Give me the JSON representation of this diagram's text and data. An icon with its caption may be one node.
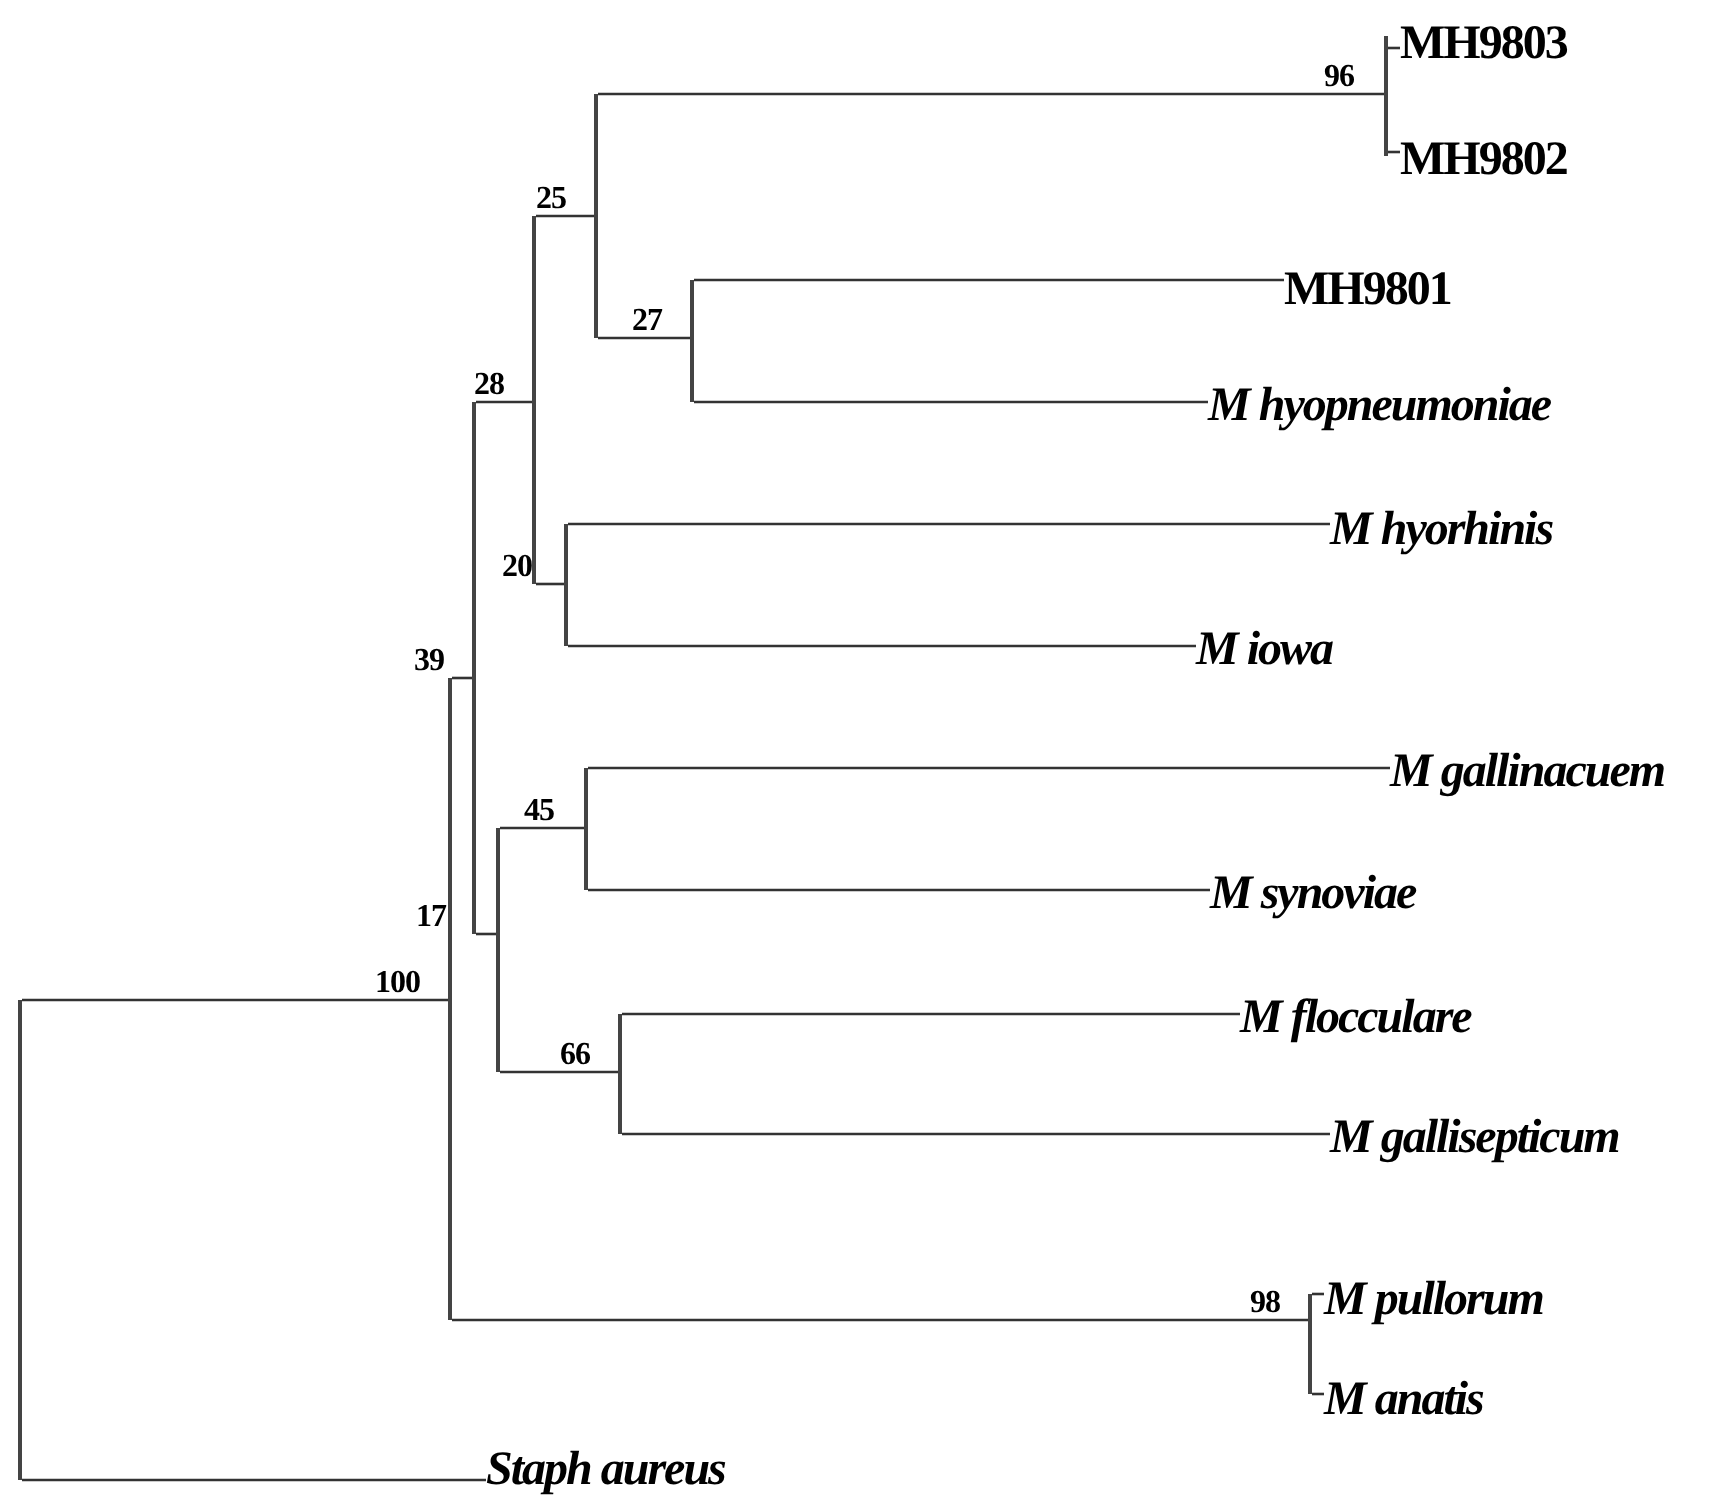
{
  "diagram": {
    "nodes": [
      {
        "text": [],
        "shape": "bar"
      },
      {
        "text": [
          "MH9803"
        ]
      },
      {
        "text": [
          "MH9802"
        ]
      },
      {
        "text": [],
        "shape": "bar"
      },
      {
        "text": [],
        "shape": "bar"
      },
      {
        "text": [
          "MH9801"
        ]
      },
      {
        "text": [],
        "shape": "bar"
      },
      {
        "text": [
          "M hyopneumoniae"
        ]
      },
      {
        "text": [
          "M hyorhinis"
        ]
      },
      {
        "text": [],
        "shape": "bar"
      },
      {
        "text": [
          "M iowa"
        ]
      },
      {
        "text": [],
        "shape": "bar"
      },
      {
        "text": [
          "M gallinacuem"
        ]
      },
      {
        "text": [],
        "shape": "bar"
      },
      {
        "text": [
          "M synoviae"
        ]
      },
      {
        "text": [],
        "shape": "bar"
      },
      {
        "text": [],
        "shape": "bar"
      },
      {
        "text": [],
        "shape": "bar"
      },
      {
        "text": [
          "M flocculare"
        ]
      },
      {
        "text": [],
        "shape": "bar"
      },
      {
        "text": [
          "M gallisepticum"
        ]
      },
      {
        "text": [],
        "shape": "bar"
      },
      {
        "text": [
          "M pullorum"
        ]
      },
      {
        "text": [
          "M anatis"
        ]
      },
      {
        "text": [
          "Staph aureus"
        ]
      }
    ],
    "edges": [
      {
        "from": 17,
        "to": 16,
        "arrow": "none"
      },
      {
        "from": 17,
        "to": 24,
        "arrow": "none"
      },
      {
        "from": 16,
        "to": 11,
        "arrow": "none"
      },
      {
        "from": 16,
        "to": 21,
        "arrow": "none"
      },
      {
        "from": 11,
        "to": 6,
        "arrow": "none"
      },
      {
        "from": 11,
        "to": 15,
        "arrow": "none"
      },
      {
        "from": 6,
        "to": 3,
        "arrow": "none"
      },
      {
        "from": 6,
        "to": 9,
        "arrow": "none"
      },
      {
        "from": 3,
        "to": 0,
        "arrow": "none"
      },
      {
        "from": 3,
        "to": 4,
        "arrow": "none"
      },
      {
        "from": 0,
        "to": 1,
        "arrow": "none"
      },
      {
        "from": 0,
        "to": 2,
        "arrow": "none"
      },
      {
        "from": 4,
        "to": 5,
        "arrow": "none"
      },
      {
        "from": 4,
        "to": 7,
        "arrow": "none"
      },
      {
        "from": 9,
        "to": 8,
        "arrow": "none"
      },
      {
        "from": 9,
        "to": 10,
        "arrow": "none"
      },
      {
        "from": 15,
        "to": 13,
        "arrow": "none"
      },
      {
        "from": 15,
        "to": 19,
        "arrow": "none"
      },
      {
        "from": 13,
        "to": 12,
        "arrow": "none"
      },
      {
        "from": 13,
        "to": 14,
        "arrow": "none"
      },
      {
        "from": 19,
        "to": 18,
        "arrow": "none"
      },
      {
        "from": 19,
        "to": 20,
        "arrow": "none"
      },
      {
        "from": 21,
        "to": 22,
        "arrow": "none"
      },
      {
        "from": 21,
        "to": 23,
        "arrow": "none"
      }
    ],
    "labels": [
      "96",
      "25",
      "27",
      "28",
      "20",
      "39",
      "45",
      "17",
      "100",
      "66",
      "98"
    ]
  }
}
